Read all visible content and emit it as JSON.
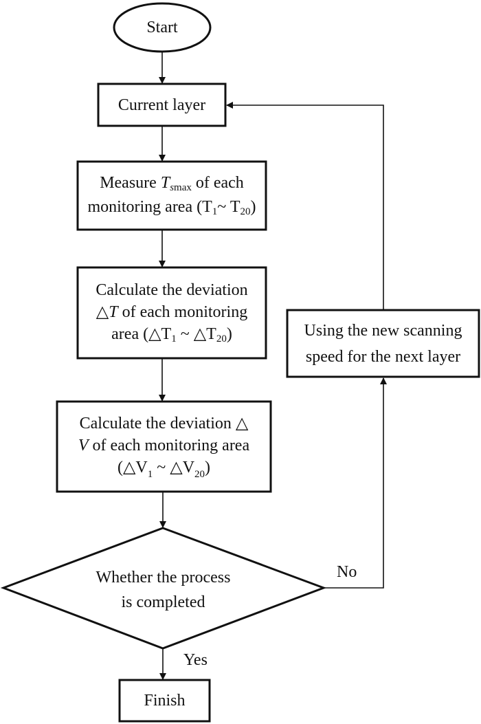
{
  "diagram": {
    "type": "flowchart",
    "nodes": {
      "start": {
        "shape": "ellipse",
        "text": "Start"
      },
      "current_layer": {
        "shape": "rect",
        "text": "Current layer"
      },
      "measure": {
        "shape": "rect",
        "line1_prefix": "Measure ",
        "line1_var": "T",
        "line1_var_sub": "s",
        "line1_sub": "max",
        "line1_suffix": " of each",
        "line2_prefix": "monitoring area (T",
        "line2_sub1": "1",
        "line2_mid": "~ T",
        "line2_sub2": "20",
        "line2_suffix": ")"
      },
      "deviation_t": {
        "shape": "rect",
        "line1": "Calculate the deviation",
        "line2_delta": "△",
        "line2_var": "T",
        "line2_suffix": " of each monitoring",
        "line3_prefix": "area (△T",
        "line3_sub1": "1",
        "line3_mid": " ~  △T",
        "line3_sub2": "20",
        "line3_suffix": ")"
      },
      "deviation_v": {
        "shape": "rect",
        "line1": "Calculate the deviation  △",
        "line2_var": "V",
        "line2_suffix": " of each monitoring area",
        "line3_prefix": "(△V",
        "line3_sub1": "1",
        "line3_mid": " ~  △V",
        "line3_sub2": "20",
        "line3_suffix": ")"
      },
      "decision": {
        "shape": "diamond",
        "line1": "Whether the process",
        "line2": "is completed"
      },
      "new_speed": {
        "shape": "rect",
        "line1": "Using the new scanning",
        "line2": "speed for the next layer"
      },
      "finish": {
        "shape": "rect",
        "text": "Finish"
      }
    },
    "edges": [
      {
        "from": "start",
        "to": "current_layer",
        "label": ""
      },
      {
        "from": "current_layer",
        "to": "measure",
        "label": ""
      },
      {
        "from": "measure",
        "to": "deviation_t",
        "label": ""
      },
      {
        "from": "deviation_t",
        "to": "deviation_v",
        "label": ""
      },
      {
        "from": "deviation_v",
        "to": "decision",
        "label": ""
      },
      {
        "from": "decision",
        "to": "finish",
        "label": "Yes"
      },
      {
        "from": "decision",
        "to": "new_speed",
        "label": "No"
      },
      {
        "from": "new_speed",
        "to": "current_layer",
        "label": ""
      }
    ],
    "labels": {
      "yes": "Yes",
      "no": "No"
    },
    "colors": {
      "stroke": "#111111",
      "background": "#ffffff"
    }
  }
}
